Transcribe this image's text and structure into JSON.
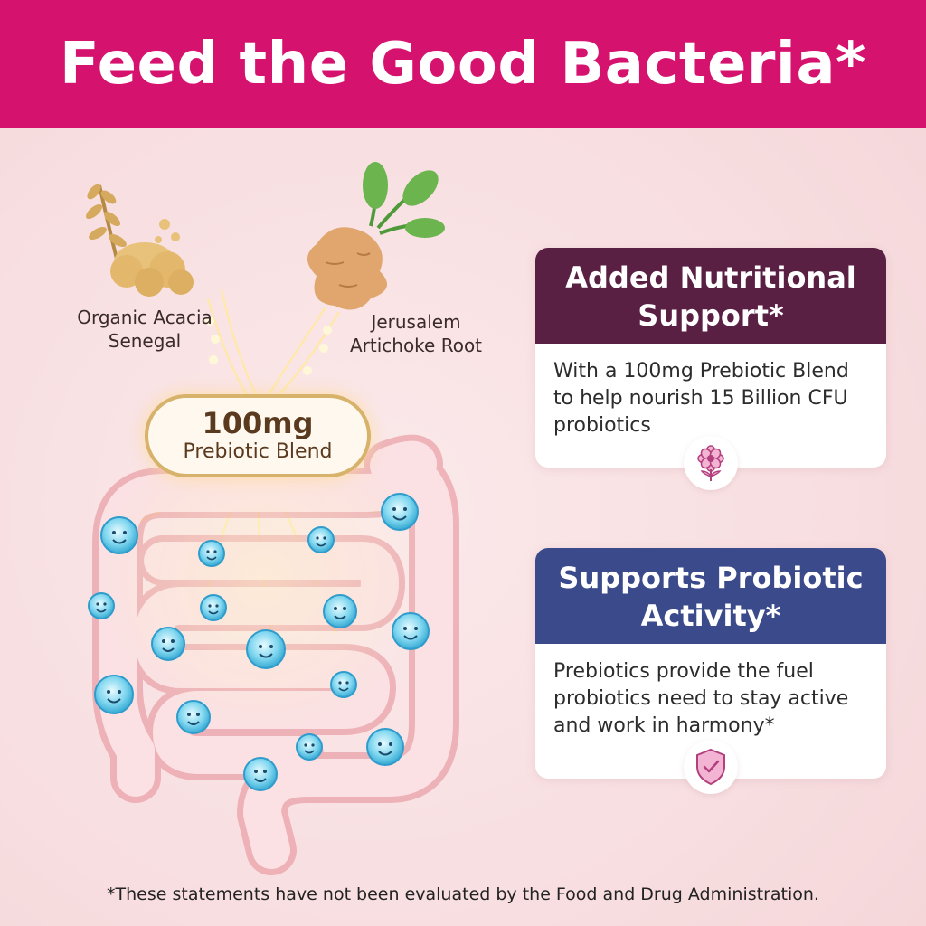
{
  "header": {
    "title": "Feed the Good Bacteria*",
    "bg": "#d6126f"
  },
  "ingredients": [
    {
      "label_line1": "Organic Acacia",
      "label_line2": "Senegal",
      "icon": "acacia-grain-icon"
    },
    {
      "label_line1": "Jerusalem",
      "label_line2": "Artichoke Root",
      "icon": "artichoke-root-icon"
    }
  ],
  "blend": {
    "amount": "100mg",
    "label": "Prebiotic Blend"
  },
  "cards": [
    {
      "title_line1": "Added Nutritional",
      "title_line2": "Support*",
      "body": [
        "With a 100mg Prebiotic Blend",
        "to help nourish 15 Billion CFU",
        "probiotics"
      ],
      "color": "#5a2044",
      "icon": "flower-icon"
    },
    {
      "title_line1": "Supports Probiotic",
      "title_line2": "Activity*",
      "body": [
        "Prebiotics provide the fuel",
        "probiotics need to stay active",
        "and work in harmony*"
      ],
      "color": "#3b4a8a",
      "icon": "shield-check-icon"
    }
  ],
  "footer": {
    "disclaimer": "*These statements have not been evaluated by the Food and Drug Administration."
  }
}
